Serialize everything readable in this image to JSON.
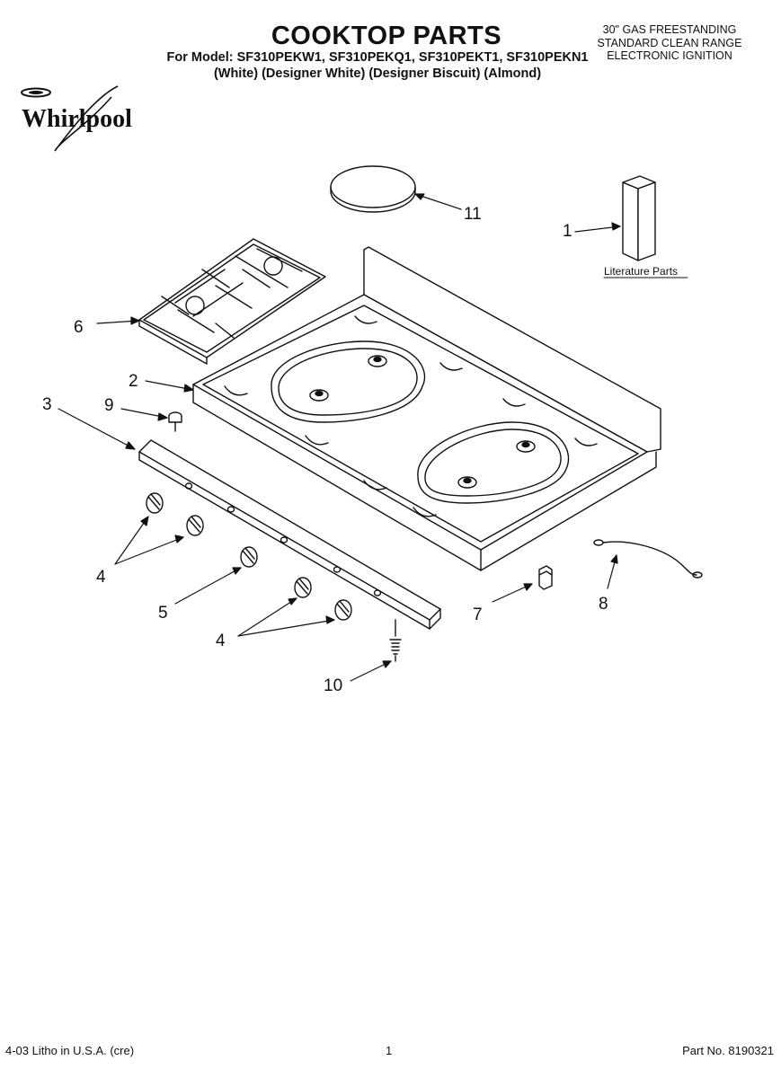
{
  "header": {
    "title": "COOKTOP PARTS",
    "model_line": "For Model: SF310PEKW1, SF310PEKQ1, SF310PEKT1, SF310PEKN1",
    "color_line": "(White)    (Designer White) (Designer Biscuit)  (Almond)",
    "spec_lines": [
      "30\" GAS FREESTANDING",
      "STANDARD CLEAN RANGE",
      "ELECTRONIC IGNITION"
    ]
  },
  "brand": {
    "logo_text": "Whirlpool"
  },
  "diagram": {
    "literature_label": "Literature Parts",
    "callouts": {
      "c1": "1",
      "c2": "2",
      "c3": "3",
      "c4a": "4",
      "c4b": "4",
      "c5": "5",
      "c6": "6",
      "c7": "7",
      "c8": "8",
      "c9": "9",
      "c10": "10",
      "c11": "11"
    }
  },
  "footer": {
    "litho": "4-03 Litho in U.S.A. (cre)",
    "page": "1",
    "part_no": "Part No. 8190321"
  }
}
